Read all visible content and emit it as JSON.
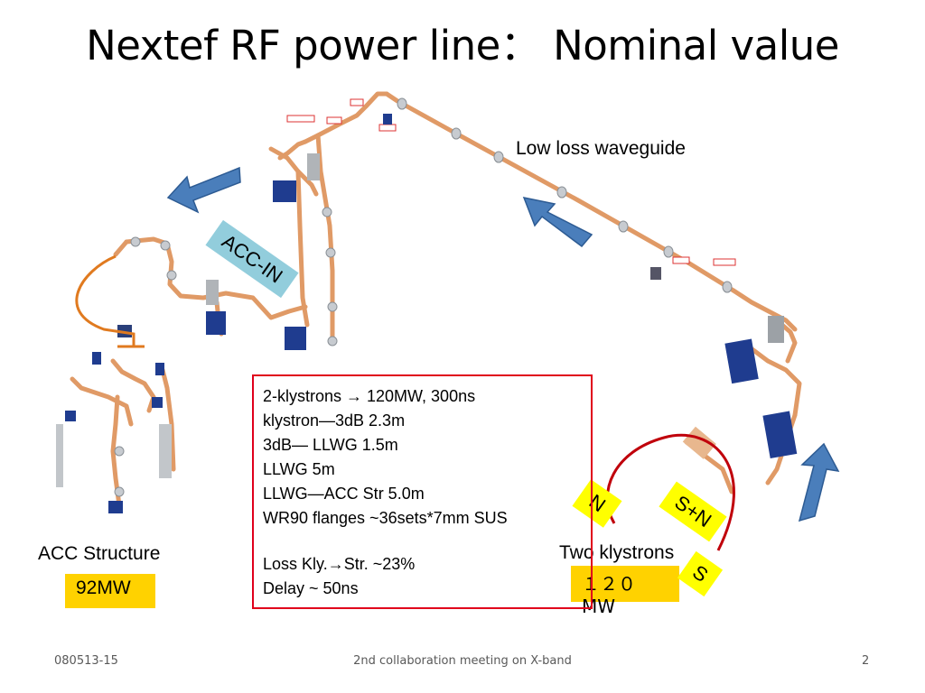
{
  "slide": {
    "title": "Nextef RF power line： Nominal value",
    "labels": {
      "low_loss_waveguide": "Low loss waveguide",
      "acc_in": "ACC-IN",
      "acc_structure": "ACC Structure",
      "acc_power": "92MW",
      "two_klystrons": "Two klystrons",
      "klystron_power": "１２０MW",
      "n": "N",
      "s_plus_n": "S+N",
      "s": "S"
    },
    "info_box": {
      "lines": [
        "2-klystrons → 120MW, 300ns",
        "klystron—3dB  2.3m",
        "3dB— LLWG   1.5m",
        "LLWG  5m",
        "LLWG—ACC Str  5.0m",
        "WR90 flanges ~36sets*7mm SUS"
      ],
      "loss": "Loss  Kly.→Str.   ~23%",
      "delay": "Delay  ~ 50ns"
    },
    "footer": {
      "left": "080513-15",
      "center": "2nd collaboration meeting on X-band",
      "page": "2"
    },
    "colors": {
      "arrow_fill": "#4a7ebb",
      "arrow_stroke": "#2d5b93",
      "waveguide": "#e09a66",
      "flange": "#9aa0a6",
      "klystron_body": "#1f3c8f",
      "acc_in_bg": "#92cddc",
      "tag_yellow": "#ffd200",
      "diamond_yellow": "#ffff00",
      "box_border": "#e0001b",
      "bracket_orange": "#e07a1f",
      "arc_red": "#c0000b"
    },
    "icons": [
      "blue-arrow-icon",
      "waveguide-line-drawing"
    ]
  }
}
